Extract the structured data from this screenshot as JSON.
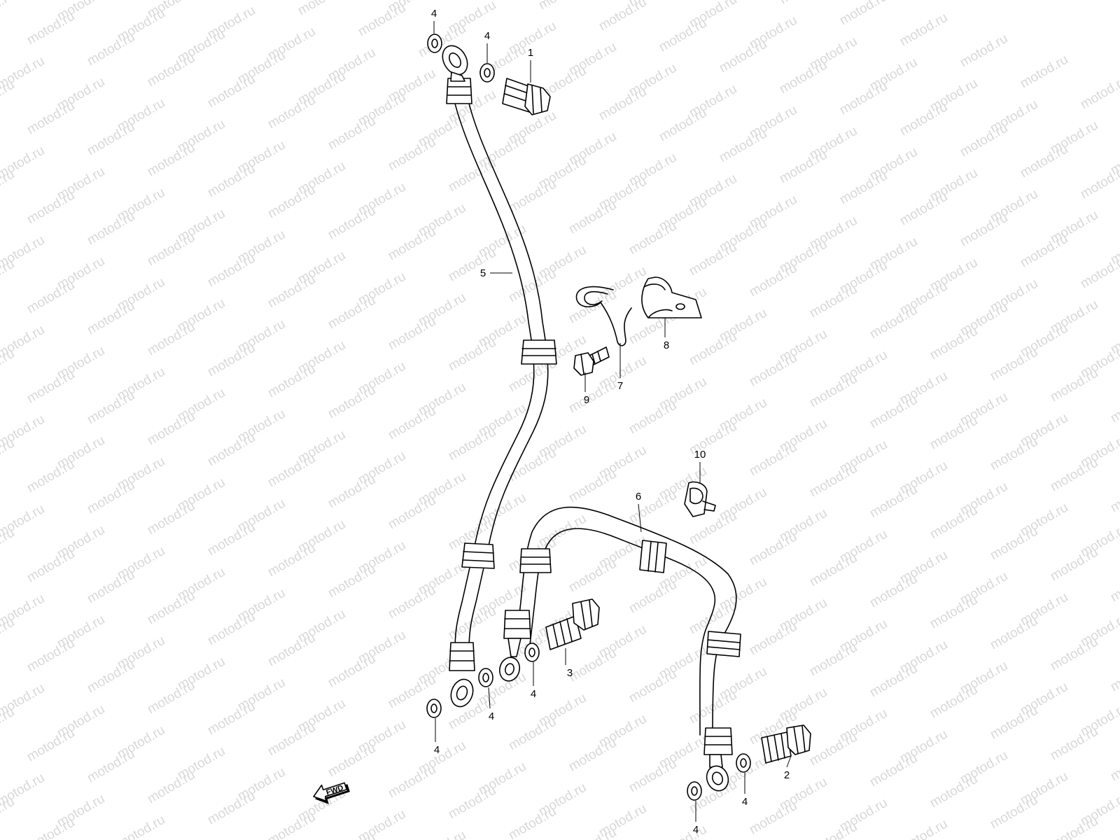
{
  "watermark": {
    "text": "motod.ru",
    "color": "#d8d8d8"
  },
  "direction_marker": {
    "label": "FWD",
    "icon": "fwd-arrow-icon"
  },
  "callouts": [
    {
      "id": "c1",
      "label": "1"
    },
    {
      "id": "c2",
      "label": "2"
    },
    {
      "id": "c3",
      "label": "3"
    },
    {
      "id": "c4a",
      "label": "4"
    },
    {
      "id": "c4b",
      "label": "4"
    },
    {
      "id": "c4c",
      "label": "4"
    },
    {
      "id": "c4d",
      "label": "4"
    },
    {
      "id": "c4e",
      "label": "4"
    },
    {
      "id": "c4f",
      "label": "4"
    },
    {
      "id": "c4g",
      "label": "4"
    },
    {
      "id": "c5",
      "label": "5"
    },
    {
      "id": "c6",
      "label": "6"
    },
    {
      "id": "c7",
      "label": "7"
    },
    {
      "id": "c8",
      "label": "8"
    },
    {
      "id": "c9",
      "label": "9"
    },
    {
      "id": "c10",
      "label": "10"
    }
  ]
}
